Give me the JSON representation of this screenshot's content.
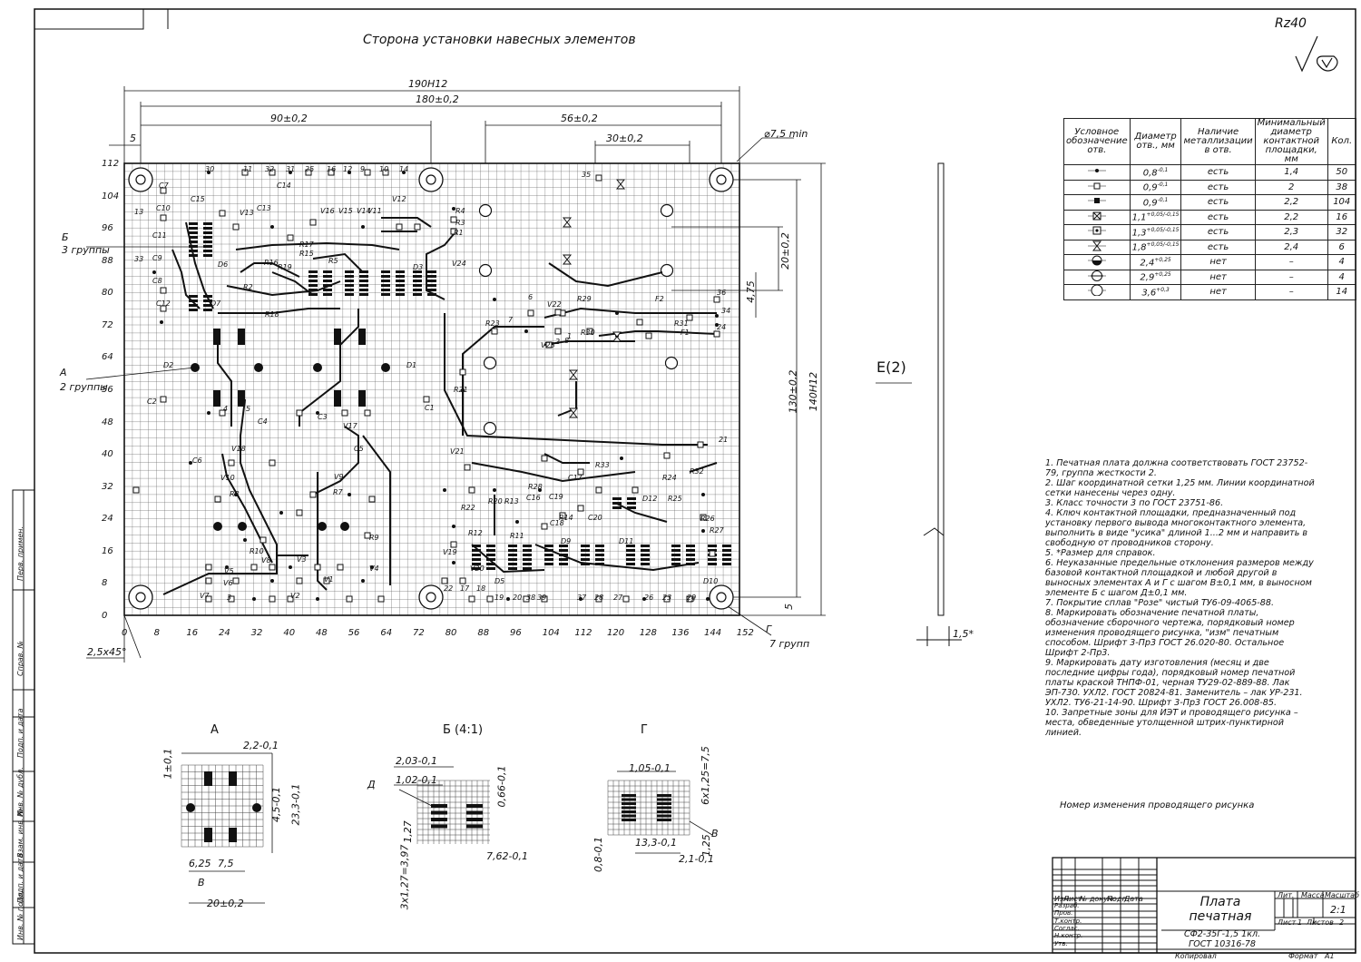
{
  "drawing": {
    "title_top": "Сторона установки навесных элементов",
    "roughness": "Rz40",
    "view_label": "E(2)",
    "dims": {
      "d190": "190H12",
      "d180": "180±0,2",
      "d90": "90±0,2",
      "d56": "56±0,2",
      "d30": "30±0,2",
      "d5_top": "5",
      "d5_right": "5",
      "hole": "⌀7,5 min",
      "d20": "20±0,2",
      "d475": "4,75",
      "d130": "130±0,2",
      "d140": "140H12",
      "chamfer": "2,5x45°",
      "thick": "1,5*"
    },
    "callouts": {
      "b_label": "Б",
      "b_groups": "3 группы",
      "a_label": "А",
      "a_groups": "2 группы",
      "g_label": "Г",
      "g_groups": "7 групп"
    },
    "y_ticks": [
      "112",
      "104",
      "96",
      "88",
      "80",
      "72",
      "64",
      "56",
      "48",
      "40",
      "32",
      "24",
      "16",
      "8",
      "0"
    ],
    "x_ticks": [
      "0",
      "8",
      "16",
      "24",
      "32",
      "40",
      "48",
      "56",
      "64",
      "72",
      "80",
      "88",
      "96",
      "104",
      "112",
      "120",
      "128",
      "136",
      "144",
      "152"
    ],
    "refdes": [
      "C7",
      "C10",
      "C11",
      "C9",
      "C8",
      "C12",
      "C15",
      "C13",
      "C14",
      "R17",
      "R15",
      "R19",
      "R16",
      "R18",
      "R5",
      "R3",
      "R4",
      "R2",
      "R1",
      "D3",
      "D6",
      "D7",
      "D2",
      "D1",
      "V13",
      "V16",
      "V15",
      "V14",
      "V11",
      "V12",
      "V24",
      "V22",
      "V23",
      "R29",
      "R30",
      "R31",
      "R23",
      "R21",
      "F1",
      "F2",
      "V18",
      "V10",
      "V17",
      "V9",
      "R8",
      "R7",
      "R9",
      "R10",
      "V8",
      "V5",
      "V6",
      "V7",
      "V3",
      "V4",
      "V1",
      "V2",
      "C6",
      "C5",
      "C4",
      "C3",
      "C1",
      "C2",
      "V21",
      "V19",
      "V20",
      "R22",
      "R12",
      "R20",
      "R13",
      "R11",
      "C16",
      "C19",
      "C17",
      "C18",
      "C20",
      "R14",
      "R28",
      "R33",
      "D9",
      "D11",
      "D12",
      "D5",
      "D10",
      "R24",
      "R32",
      "R25",
      "R26",
      "R27"
    ],
    "pin_numbers": [
      "30",
      "11",
      "32",
      "31",
      "25",
      "16",
      "12",
      "9",
      "10",
      "14",
      "13",
      "33",
      "35",
      "36",
      "34",
      "24",
      "21",
      "22",
      "17",
      "18",
      "19",
      "20",
      "38",
      "39",
      "37",
      "28",
      "27",
      "26",
      "23",
      "29",
      "15",
      "3",
      "6",
      "7",
      "8",
      "1",
      "2",
      "4",
      "5"
    ]
  },
  "hole_table": {
    "headers": [
      "Условное обозначение отв.",
      "Диаметр отв., мм",
      "Наличие металлизации в отв.",
      "Минимальный диаметр контактной площадки, мм",
      "Кол."
    ],
    "rows": [
      {
        "symbol": "dot",
        "diam": "0,8",
        "tol": "-0,1",
        "metal": "есть",
        "pad": "1,4",
        "qty": "50"
      },
      {
        "symbol": "square-open",
        "diam": "0,9",
        "tol": "-0,1",
        "metal": "есть",
        "pad": "2",
        "qty": "38"
      },
      {
        "symbol": "square",
        "diam": "0,9",
        "tol": "-0,1",
        "metal": "есть",
        "pad": "2,2",
        "qty": "104"
      },
      {
        "symbol": "square-x",
        "diam": "1,1",
        "tol": "+0,05/-0,15",
        "metal": "есть",
        "pad": "2,2",
        "qty": "16"
      },
      {
        "symbol": "square-dot",
        "diam": "1,3",
        "tol": "+0,05/-0,15",
        "metal": "есть",
        "pad": "2,3",
        "qty": "32"
      },
      {
        "symbol": "hourglass",
        "diam": "1,8",
        "tol": "+0,05/-0,15",
        "metal": "есть",
        "pad": "2,4",
        "qty": "6"
      },
      {
        "symbol": "half-circle",
        "diam": "2,4",
        "tol": "+0,25",
        "metal": "нет",
        "pad": "–",
        "qty": "4"
      },
      {
        "symbol": "circle-line",
        "diam": "2,9",
        "tol": "+0,25",
        "metal": "нет",
        "pad": "–",
        "qty": "4"
      },
      {
        "symbol": "circle",
        "diam": "3,6",
        "tol": "+0,3",
        "metal": "нет",
        "pad": "–",
        "qty": "14"
      }
    ]
  },
  "notes": [
    "1. Печатная плата должна соответствовать ГОСТ 23752-79, группа жесткости 2.",
    "2. Шаг координатной сетки 1,25 мм. Линии координатной сетки нанесены через одну.",
    "3. Класс точности 3 по ГОСТ 23751-86.",
    "4. Ключ контактной площадки, предназначенный под установку первого вывода многоконтактного элемента, выполнить в виде \"усика\" длиной 1...2 мм и направить в свободную от проводников сторону.",
    "5. *Размер для справок.",
    "6. Неуказанные предельные отклонения размеров между базовой контактной площадкой и любой другой в выносных элементах А и Г с шагом В±0,1 мм, в выносном элементе Б с шагом Д±0,1 мм.",
    "7. Покрытие сплав \"Розе\" чистый ТУ6-09-4065-88.",
    "8. Маркировать обозначение печатной платы, обозначение сборочного чертежа, порядковый номер изменения проводящего рисунка, \"изм\" печатным способом. Шрифт 3-Пр3 ГОСТ 26.020-80. Остальное Шрифт 2-Пр3.",
    "9. Маркировать дату изготовления (месяц и две последние цифры года), порядковый номер печатной платы краской ТНПФ-01, черная ТУ29-02-889-88. Лак ЭП-730. УХЛ2. ГОСТ 20824-81. Заменитель – лак УР-231. УХЛ2. ТУ6-21-14-90. Шрифт 3-Пр3 ГОСТ 26.008-85.",
    "10. Запретные зоны для ИЭТ и проводящего рисунка – места, обведенные утолщенной штрих-пунктирной линией."
  ],
  "revision_label": "Номер изменения проводящего рисунка",
  "details": {
    "A": {
      "title": "А",
      "d1": "1±0,1",
      "d2": "2,2-0,1",
      "d3": "4,5-0,1",
      "d4": "23,3-0,1",
      "d5": "6,25",
      "d6": "7,5",
      "d7": "20±0,2",
      "v": "В"
    },
    "B": {
      "title": "Б (4:1)",
      "d1": "2,03-0,1",
      "d2": "1,02-0,1",
      "d3": "0,66-0,1",
      "d4": "1,27",
      "d5": "3x1,27=3,97",
      "d6": "7,62-0,1",
      "d": "Д"
    },
    "G": {
      "title": "Г",
      "d1": "1,05-0,1",
      "d2": "6x1,25=7,5",
      "d3": "0,8-0,1",
      "d4": "13,3-0,1",
      "d5": "1,25",
      "d6": "2,1-0,1",
      "v": "В"
    }
  },
  "title_block": {
    "name_line1": "Плата",
    "name_line2": "печатная",
    "code_line1": "СФ2-35Г-1,5 1кл.",
    "code_line2": "ГОСТ 10316-78",
    "lit": "Лит.",
    "mass": "Масса",
    "scale_label": "Масштаб",
    "scale": "2:1",
    "sheet": "Лист",
    "sheet_no": "1",
    "sheets": "Листов",
    "sheets_no": "2",
    "copied": "Копировал",
    "format": "Формат",
    "format_val": "А1",
    "rows": [
      "Изм.",
      "Лист",
      "№ докум.",
      "Подп.",
      "Дата"
    ],
    "roles": [
      "Разраб.",
      "Пров.",
      "Т.контр.",
      "Соглас.",
      "Н.контр.",
      "Утв."
    ]
  },
  "side_stamps": [
    "Перв. примен.",
    "Справ. №",
    "Подп. и дата",
    "Инв. № дубл.",
    "Взам. инв. №",
    "Подп. и дата",
    "Инв. № подл."
  ]
}
